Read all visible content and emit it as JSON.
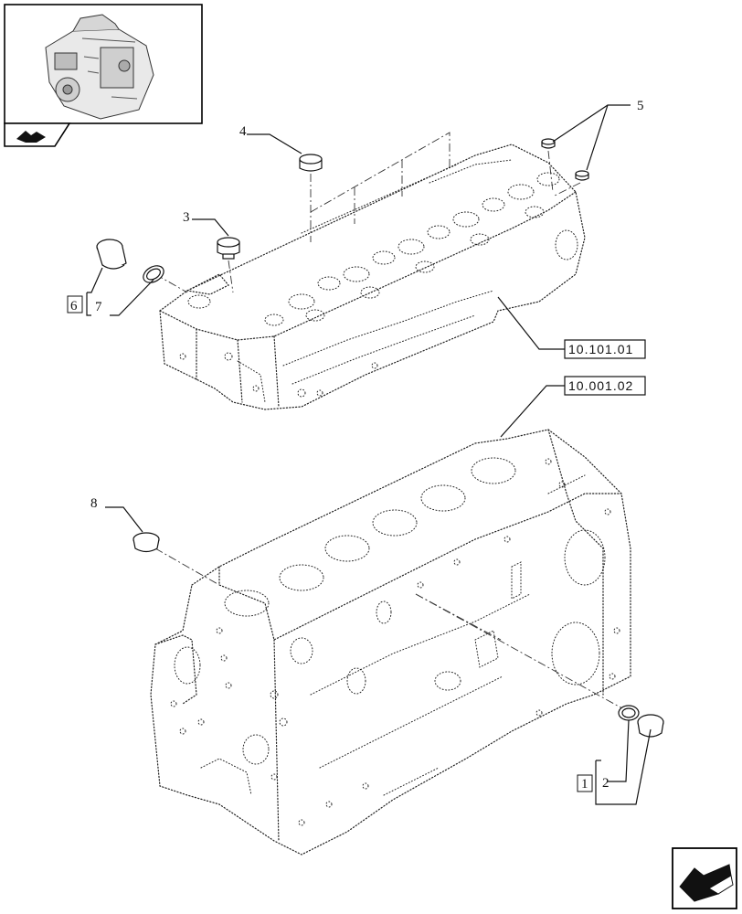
{
  "callouts": {
    "c1": "1",
    "c2": "2",
    "c3": "3",
    "c4": "4",
    "c5": "5",
    "c6": "6",
    "c7": "7",
    "c8": "8"
  },
  "references": {
    "head": "10.101.01",
    "block": "10.001.02"
  },
  "icons": {
    "thumbnail": "engine-thumbnail-icon",
    "catalog": "catalog-icon",
    "next": "next-page-arrow-icon"
  }
}
